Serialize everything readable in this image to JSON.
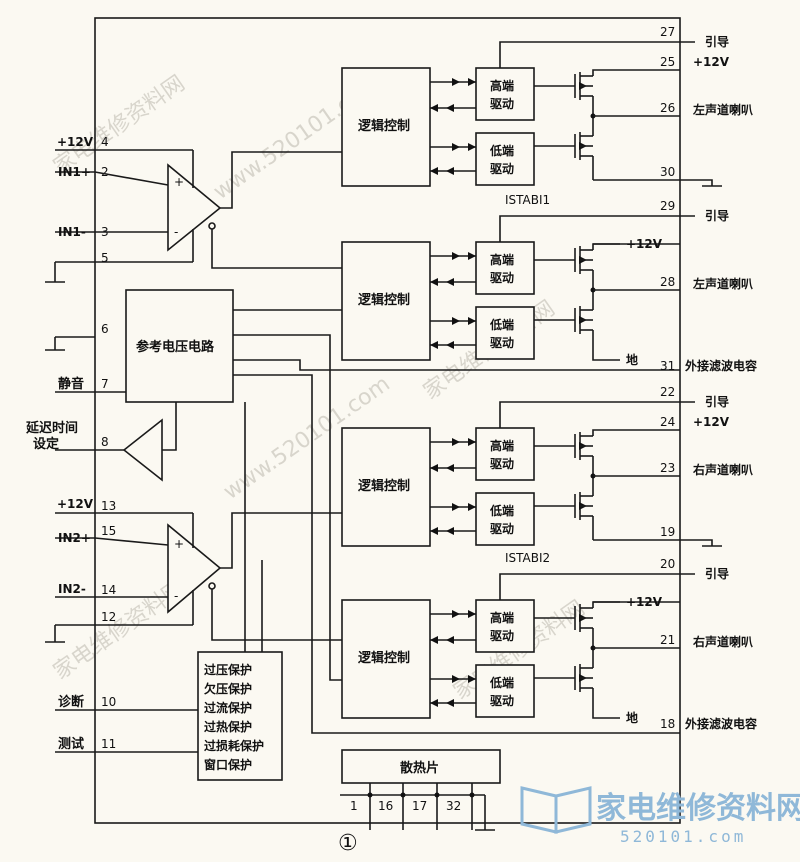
{
  "blocks": {
    "logic": "逻辑控制",
    "high": [
      "高端",
      "驱动"
    ],
    "low": [
      "低端",
      "驱动"
    ],
    "ref": "参考电压电路",
    "heatsink": "散热片",
    "protection": [
      "过压保护",
      "欠压保护",
      "过流保护",
      "过热保护",
      "过损耗保护",
      "窗口保护"
    ]
  },
  "left_labels": {
    "v12a": "+12V",
    "in1p": "IN1+",
    "in1m": "IN1-",
    "mute": "静音",
    "delay1": "延迟时间",
    "delay2": "设定",
    "v12b": "+12V",
    "in2p": "IN2+",
    "in2m": "IN2-",
    "diag": "诊断",
    "test": "测试"
  },
  "right_labels": {
    "boot": "引导",
    "v12": "+12V",
    "lspk": "左声道喇叭",
    "rspk": "右声道喇叭",
    "filter": "外接滤波电容",
    "gnd": "地",
    "istab1": "ISTABI1",
    "istab2": "ISTABI2"
  },
  "pins": {
    "p4": "4",
    "p2": "2",
    "p3": "3",
    "p5": "5",
    "p6": "6",
    "p7": "7",
    "p8": "8",
    "p13": "13",
    "p15": "15",
    "p14": "14",
    "p12": "12",
    "p10": "10",
    "p11": "11",
    "p27": "27",
    "p25": "25",
    "p26": "26",
    "p30": "30",
    "p29": "29",
    "p28": "28",
    "p31": "31",
    "p22": "22",
    "p24": "24",
    "p23": "23",
    "p19": "19",
    "p20": "20",
    "p21": "21",
    "p18": "18",
    "p1": "1",
    "p16": "16",
    "p17": "17",
    "p32": "32"
  },
  "figure_number": "①",
  "op_marks": {
    "plus": "+",
    "minus": "-"
  },
  "watermark": {
    "brand": "家电维修资料网",
    "url": "520101.com",
    "site": "www.520101.com",
    "zh": "家电维修资料网"
  }
}
